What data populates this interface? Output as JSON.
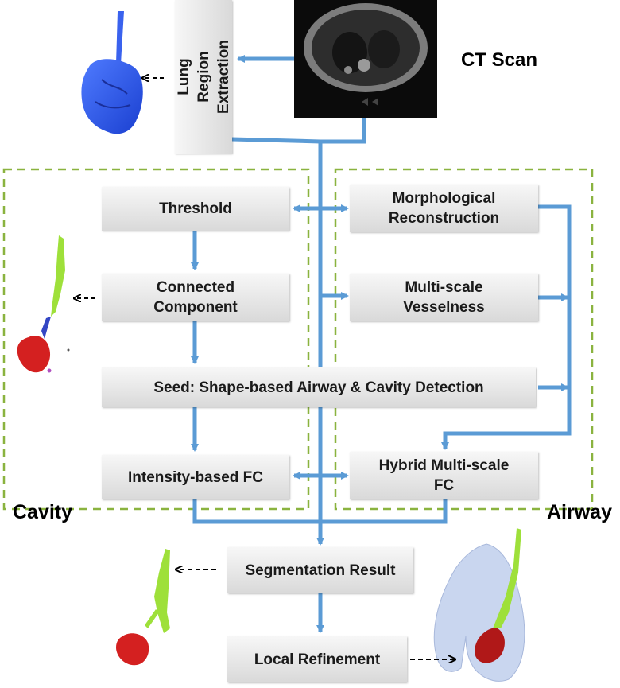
{
  "colors": {
    "arrow": "#5b9bd5",
    "dashed_region": "#8ab33f",
    "box_top": "#f7f7f7",
    "box_bottom": "#d9d9d9"
  },
  "labels": {
    "ct_scan": "CT Scan",
    "cavity": "Cavity",
    "airway": "Airway"
  },
  "boxes": {
    "lung_region_extraction": "Lung Region\nExtraction",
    "threshold": "Threshold",
    "connected_component": "Connected\nComponent",
    "seed": "Seed: Shape-based Airway & Cavity Detection",
    "intensity_fc": "Intensity-based FC",
    "morphological": "Morphological\nReconstruction",
    "vesselness": "Multi-scale\nVesselness",
    "hybrid_fc": "Hybrid Multi-scale\nFC",
    "segmentation_result": "Segmentation Result",
    "local_refinement": "Local Refinement"
  },
  "images": [
    "ct-scan-image",
    "lung-mask-image",
    "connected-component-image",
    "segmentation-result-image",
    "refined-result-image"
  ]
}
